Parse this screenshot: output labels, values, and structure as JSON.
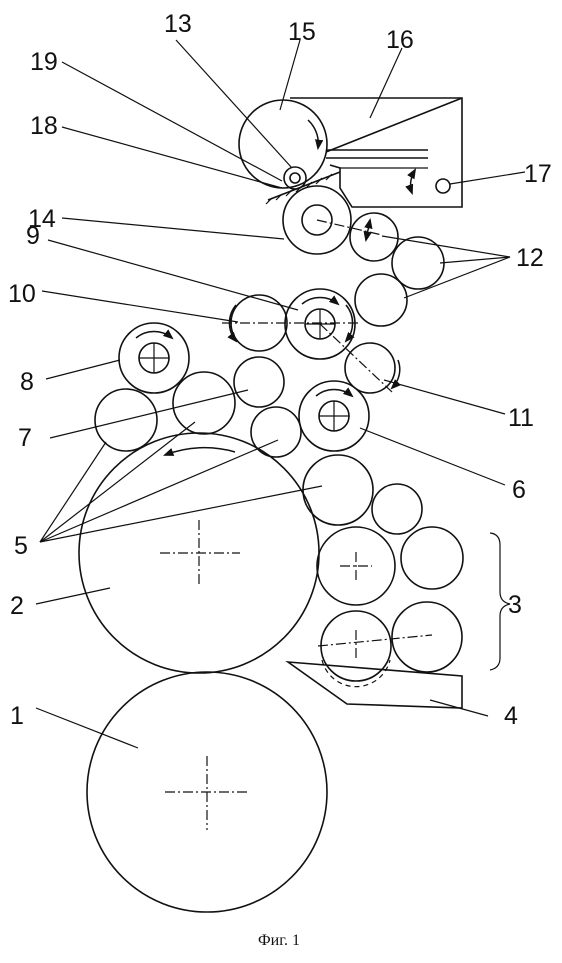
{
  "figure": {
    "caption": "Фиг. 1",
    "labels": [
      "1",
      "2",
      "3",
      "4",
      "5",
      "6",
      "7",
      "8",
      "9",
      "10",
      "11",
      "12",
      "13",
      "14",
      "15",
      "16",
      "17",
      "18",
      "19"
    ]
  }
}
